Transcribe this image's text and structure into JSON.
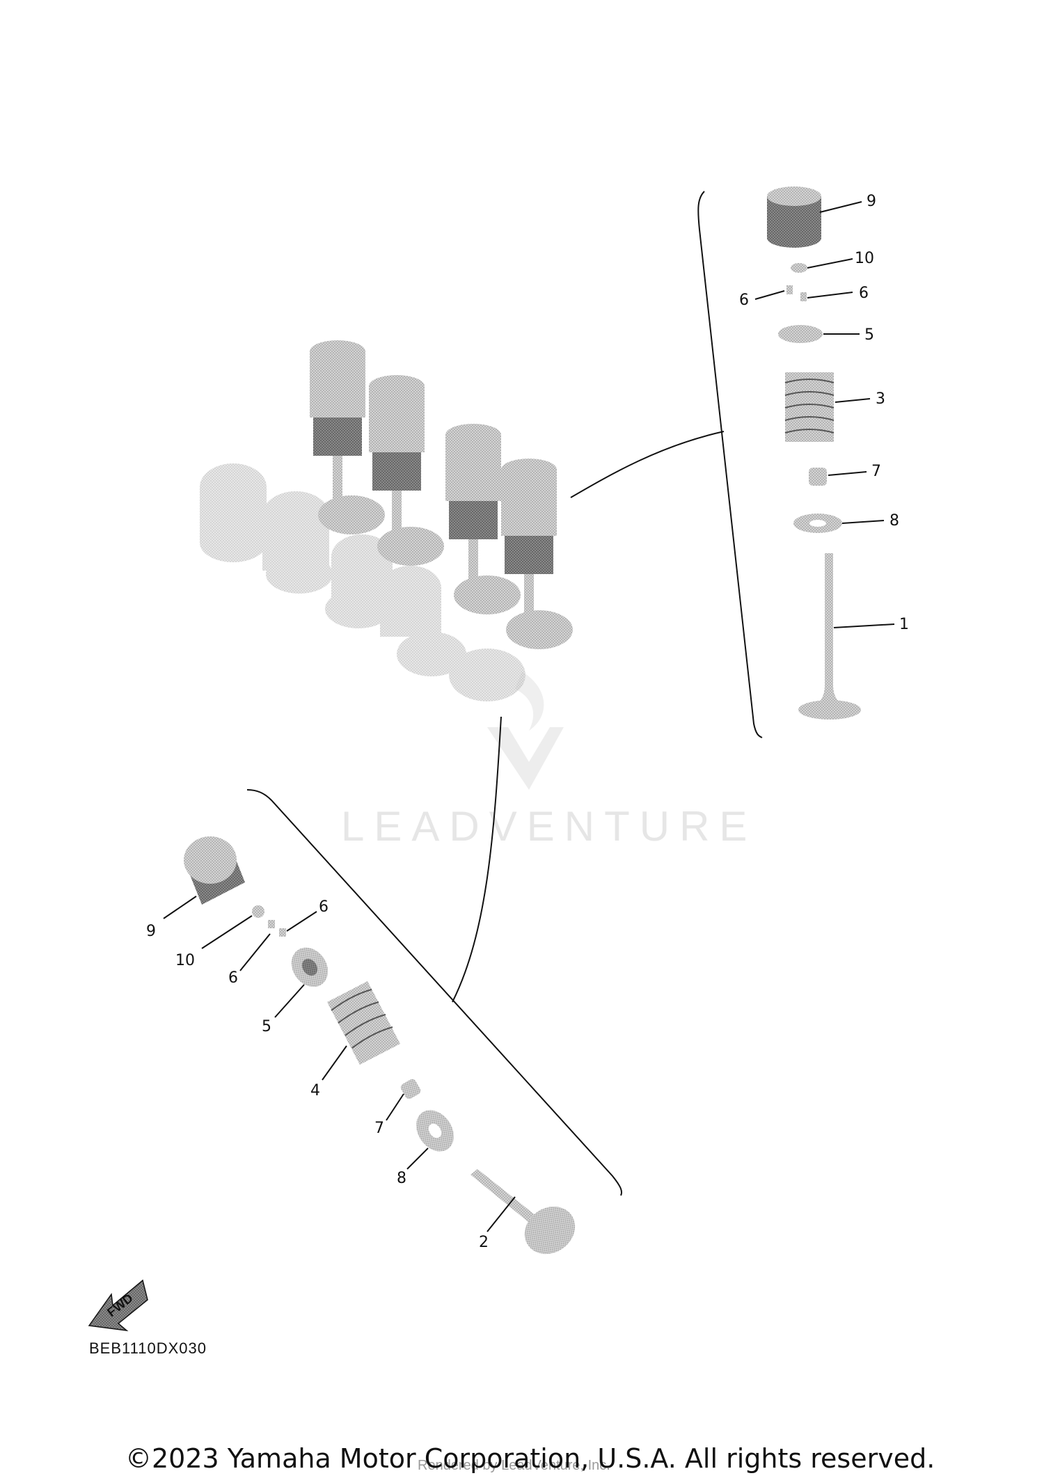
{
  "diagram_code": "BEB1110DX030",
  "fwd_label": "FWD",
  "watermark_text": "LEADVENTURE",
  "rendered_by": "Rendered by LeadVenture, Inc.",
  "copyright": "©2023 Yamaha Motor Corporation, U.S.A. All rights reserved.",
  "upper_callouts": [
    "9",
    "10",
    "6",
    "6",
    "5",
    "3",
    "7",
    "8",
    "1"
  ],
  "lower_callouts": [
    "9",
    "10",
    "6",
    "6",
    "5",
    "4",
    "7",
    "8",
    "2"
  ],
  "colors": {
    "part_fill": "#c8c8c8",
    "part_dark": "#8f8f8f",
    "line": "#111111",
    "ghost": "#e2e2e2"
  }
}
